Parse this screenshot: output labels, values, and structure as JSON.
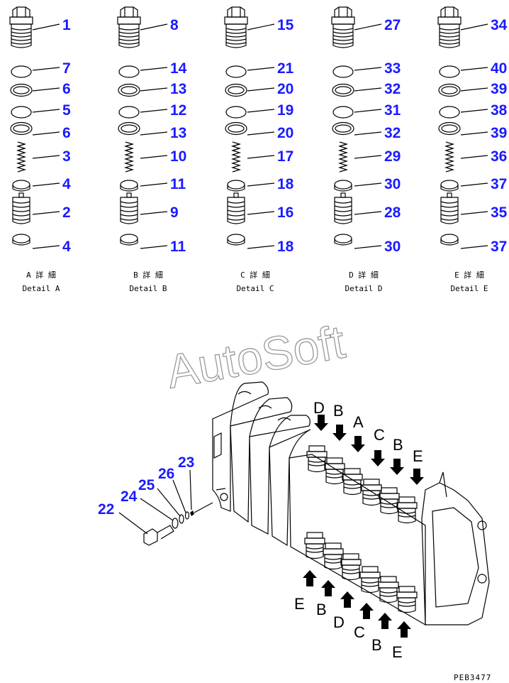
{
  "details": [
    {
      "caption_jp": "A 詳 細",
      "caption_en": "Detail A",
      "callouts": [
        "1",
        "7",
        "6",
        "5",
        "6",
        "3",
        "4",
        "2",
        "4"
      ]
    },
    {
      "caption_jp": "B 詳 細",
      "caption_en": "Detail B",
      "callouts": [
        "8",
        "14",
        "13",
        "12",
        "13",
        "10",
        "11",
        "9",
        "11"
      ]
    },
    {
      "caption_jp": "C 詳 細",
      "caption_en": "Detail C",
      "callouts": [
        "15",
        "21",
        "20",
        "19",
        "20",
        "17",
        "18",
        "16",
        "18"
      ]
    },
    {
      "caption_jp": "D 詳 細",
      "caption_en": "Detail D",
      "callouts": [
        "27",
        "33",
        "32",
        "31",
        "32",
        "29",
        "30",
        "28",
        "30"
      ]
    },
    {
      "caption_jp": "E 詳 細",
      "caption_en": "Detail E",
      "callouts": [
        "34",
        "40",
        "39",
        "38",
        "39",
        "36",
        "37",
        "35",
        "37"
      ]
    }
  ],
  "watermark": "AutoSoft",
  "assembly_callouts": [
    "22",
    "24",
    "25",
    "26",
    "23"
  ],
  "top_arrow_labels": [
    "D",
    "B",
    "A",
    "C",
    "B",
    "E"
  ],
  "bottom_arrow_labels": [
    "E",
    "B",
    "D",
    "C",
    "B",
    "E"
  ],
  "drawing_code": "PEB3477",
  "colors": {
    "callout": "#1a1aff",
    "line": "#000000",
    "watermark": "#999999"
  }
}
